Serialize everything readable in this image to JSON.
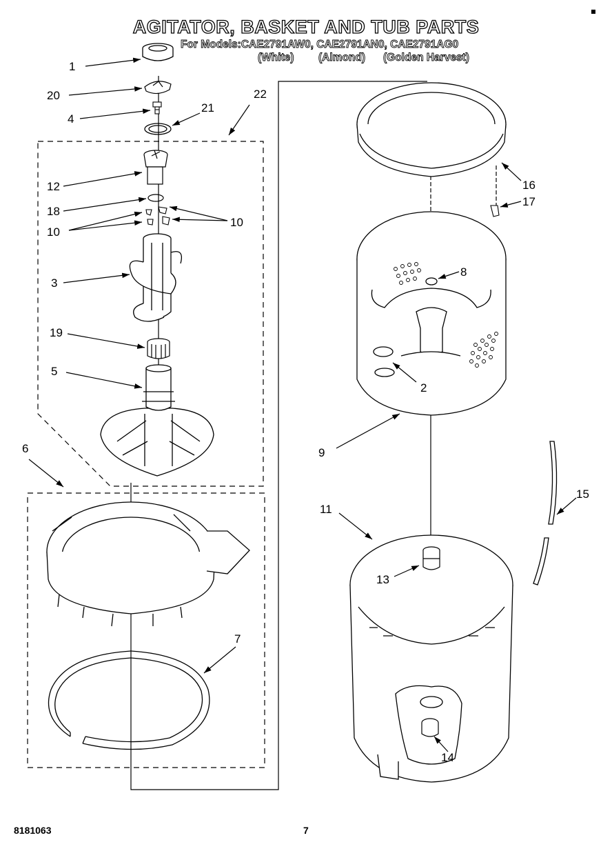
{
  "header": {
    "title": "AGITATOR, BASKET AND TUB PARTS",
    "models": "For Models:CAE2791AW0, CAE2791AN0, CAE2791AG0",
    "variants": [
      "(White)",
      "(Almond)",
      "(Golden Harvest)"
    ]
  },
  "callouts": [
    "1",
    "20",
    "4",
    "21",
    "22",
    "12",
    "18",
    "10",
    "10",
    "3",
    "19",
    "5",
    "6",
    "7",
    "16",
    "17",
    "8",
    "2",
    "9",
    "11",
    "15",
    "13",
    "14"
  ],
  "footer": {
    "doc_number": "8181063",
    "page_number": "7"
  }
}
